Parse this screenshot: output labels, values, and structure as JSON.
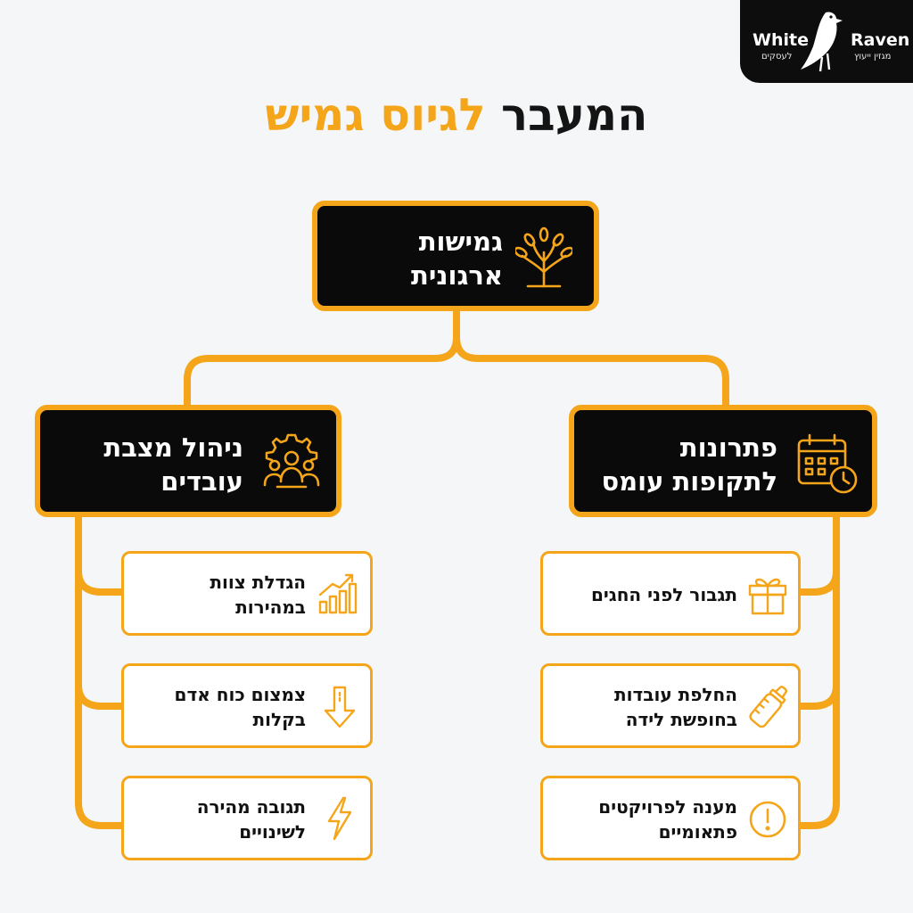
{
  "brand": {
    "word_left": "White",
    "word_right": "Raven",
    "sub_left": "לעסקים",
    "sub_right": "מגזין ייעוץ",
    "logo_icon": "raven-icon"
  },
  "title": {
    "part_dark": "המעבר",
    "part_accent": "לגיוס גמיש"
  },
  "colors": {
    "accent": "#f5a51a",
    "dark": "#0a0a0a",
    "background": "#f4f6f8"
  },
  "root": {
    "line1": "גמישות",
    "line2": "ארגונית",
    "icon": "tree-icon"
  },
  "branches": [
    {
      "line1": "ניהול מצבת",
      "line2": "עובדים",
      "icon": "team-gear-icon",
      "items": [
        {
          "line1": "הגדלת צוות",
          "line2": "במהירות",
          "icon": "growth-chart-icon"
        },
        {
          "line1": "צמצום כוח אדם",
          "line2": "בקלות",
          "icon": "arrow-down-icon"
        },
        {
          "line1": "תגובה מהירה",
          "line2": "לשינויים",
          "icon": "lightning-icon"
        }
      ]
    },
    {
      "line1": "פתרונות",
      "line2": "לתקופות עומס",
      "icon": "calendar-clock-icon",
      "items": [
        {
          "line1": "תגבור לפני החגים",
          "line2": "",
          "icon": "gift-icon"
        },
        {
          "line1": "החלפת עובדות",
          "line2": "בחופשת לידה",
          "icon": "baby-bottle-icon"
        },
        {
          "line1": "מענה לפרויקטים",
          "line2": "פתאומיים",
          "icon": "alert-icon"
        }
      ]
    }
  ]
}
